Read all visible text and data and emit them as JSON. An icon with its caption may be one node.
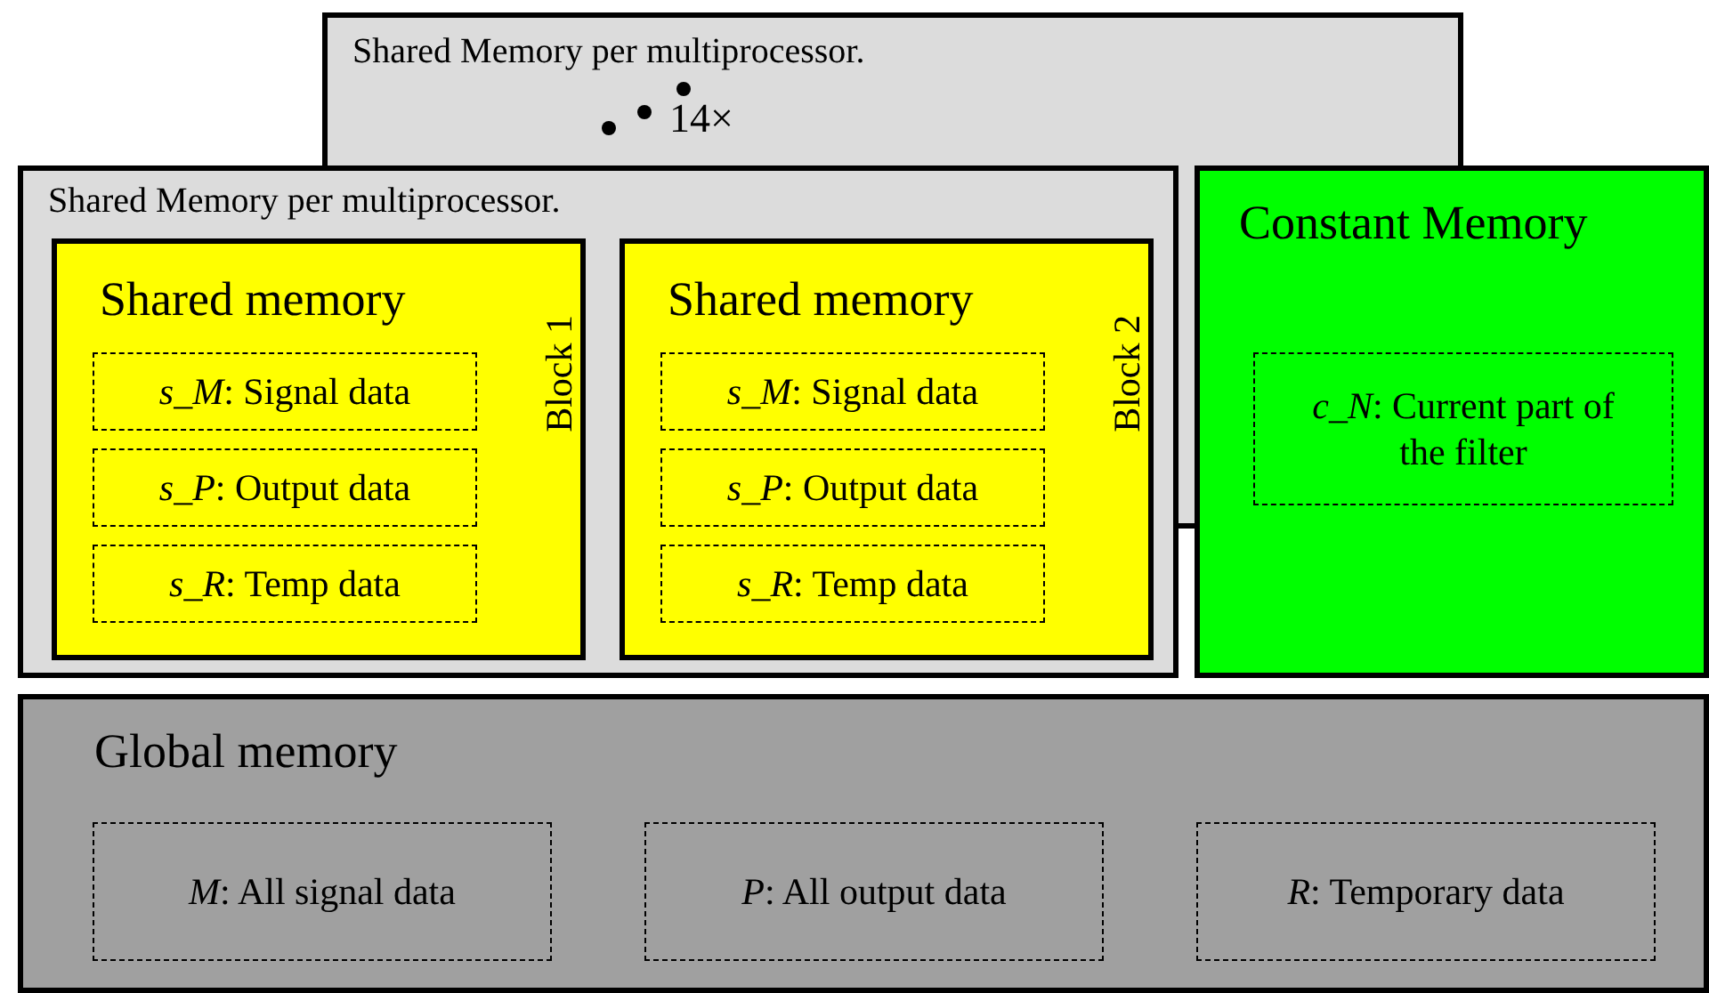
{
  "diagram": {
    "nodes": [
      {
        "text": [
          "Shared Memory per multiprocessor.",
          "14×"
        ]
      },
      {
        "text": [
          "Shared Memory per multiprocessor."
        ]
      },
      {
        "text": [
          "Shared memory",
          "Block 1"
        ],
        "in": 1
      },
      {
        "text": [
          "*s_M*: Signal data"
        ],
        "in": 2
      },
      {
        "text": [
          "*s_P*: Output data"
        ],
        "in": 2
      },
      {
        "text": [
          "*s_R*: Temp data"
        ],
        "in": 2
      },
      {
        "text": [
          "Shared memory",
          "Block 2"
        ],
        "in": 1
      },
      {
        "text": [
          "*s_M*: Signal data"
        ],
        "in": 6
      },
      {
        "text": [
          "*s_P*: Output data"
        ],
        "in": 6
      },
      {
        "text": [
          "*s_R*: Temp data"
        ],
        "in": 6
      },
      {
        "text": [
          "Constant Memory"
        ]
      },
      {
        "text": [
          "*c_N*: Current part of the filter"
        ],
        "in": 10
      },
      {
        "text": [
          "Global memory"
        ]
      },
      {
        "text": [
          "*M*: All signal data"
        ],
        "in": 12
      },
      {
        "text": [
          "*P*: All output data"
        ],
        "in": 12
      },
      {
        "text": [
          "*R*: Temporary data"
        ],
        "in": 12
      }
    ]
  }
}
